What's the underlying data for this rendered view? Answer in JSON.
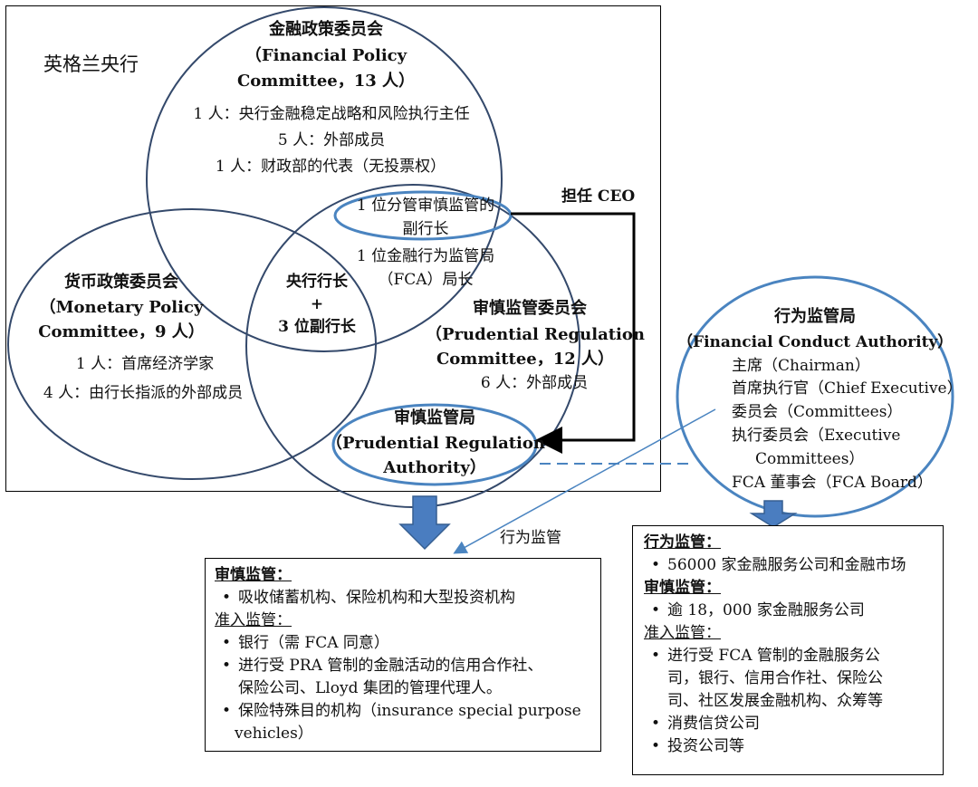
{
  "boe": {
    "title": "英格兰央行",
    "fpc": {
      "name_cn": "金融政策委员会",
      "name_en_1": "（Financial Policy",
      "name_en_2": "Committee，13 人）",
      "members": [
        "1 人：央行金融稳定战略和风险执行主任",
        "5 人：外部成员",
        "1 人：财政部的代表（无投票权）"
      ]
    },
    "mpc": {
      "name_cn": "货币政策委员会",
      "name_en_1": "（Monetary Policy",
      "name_en_2": "Committee，9 人）",
      "members": [
        "1 人：首席经济学家",
        "4 人：由行长指派的外部成员"
      ]
    },
    "prc": {
      "name_cn": "审慎监管委员会",
      "name_en_1": "（Prudential Regulation",
      "name_en_2": "Committee，12 人）",
      "members": [
        "6 人：外部成员"
      ]
    },
    "deputy_1": "1 位分管审慎监管的",
    "deputy_2": "副行长",
    "fca_head_1": "1 位金融行为监管局",
    "fca_head_2": "（FCA）局长",
    "governor_1": "央行行长",
    "governor_2": "+",
    "governor_3": "3 位副行长",
    "pra_1": "审慎监管局",
    "pra_2": "（Prudential Regulation",
    "pra_3": "Authority）",
    "ceo_label": "担任 CEO"
  },
  "fca": {
    "name_cn": "行为监管局",
    "name_en": "（Financial Conduct Authority）",
    "items": [
      "主席（Chairman）",
      "首席执行官（Chief Executive）",
      "委员会（Committees）",
      "执行委员会（Executive",
      "Committees）",
      "FCA 董事会（FCA Board）"
    ]
  },
  "conduct_arrow_label": "行为监管",
  "pra_box": {
    "heading_1": "审慎监管：",
    "item_1": "吸收储蓄机构、保险机构和大型投资机构",
    "heading_2": "准入监管：",
    "items": [
      "银行（需 FCA 同意）",
      "进行受 PRA 管制的金融活动的信用合作社、",
      "保险公司、Lloyd 集团的管理代理人。",
      "保险特殊目的机构（insurance special purpose",
      "vehicles）"
    ]
  },
  "fca_box": {
    "heading_1": "行为监管：",
    "item_1": "56000 家金融服务公司和金融市场",
    "heading_2": "审慎监管：",
    "item_2": "逾 18，000 家金融服务公司",
    "heading_3": "准入监管：",
    "items": [
      "进行受 FCA 管制的金融服务公",
      "司，银行、信用合作社、保险公",
      "司、社区发展金融机构、众筹等",
      "消费信贷公司",
      "投资公司等"
    ]
  },
  "colors": {
    "circle": "#34496b",
    "accent": "#4a84c0",
    "arrow_fill": "#4a7dc0",
    "arrow_stroke": "#365f91",
    "text": "#111111"
  }
}
